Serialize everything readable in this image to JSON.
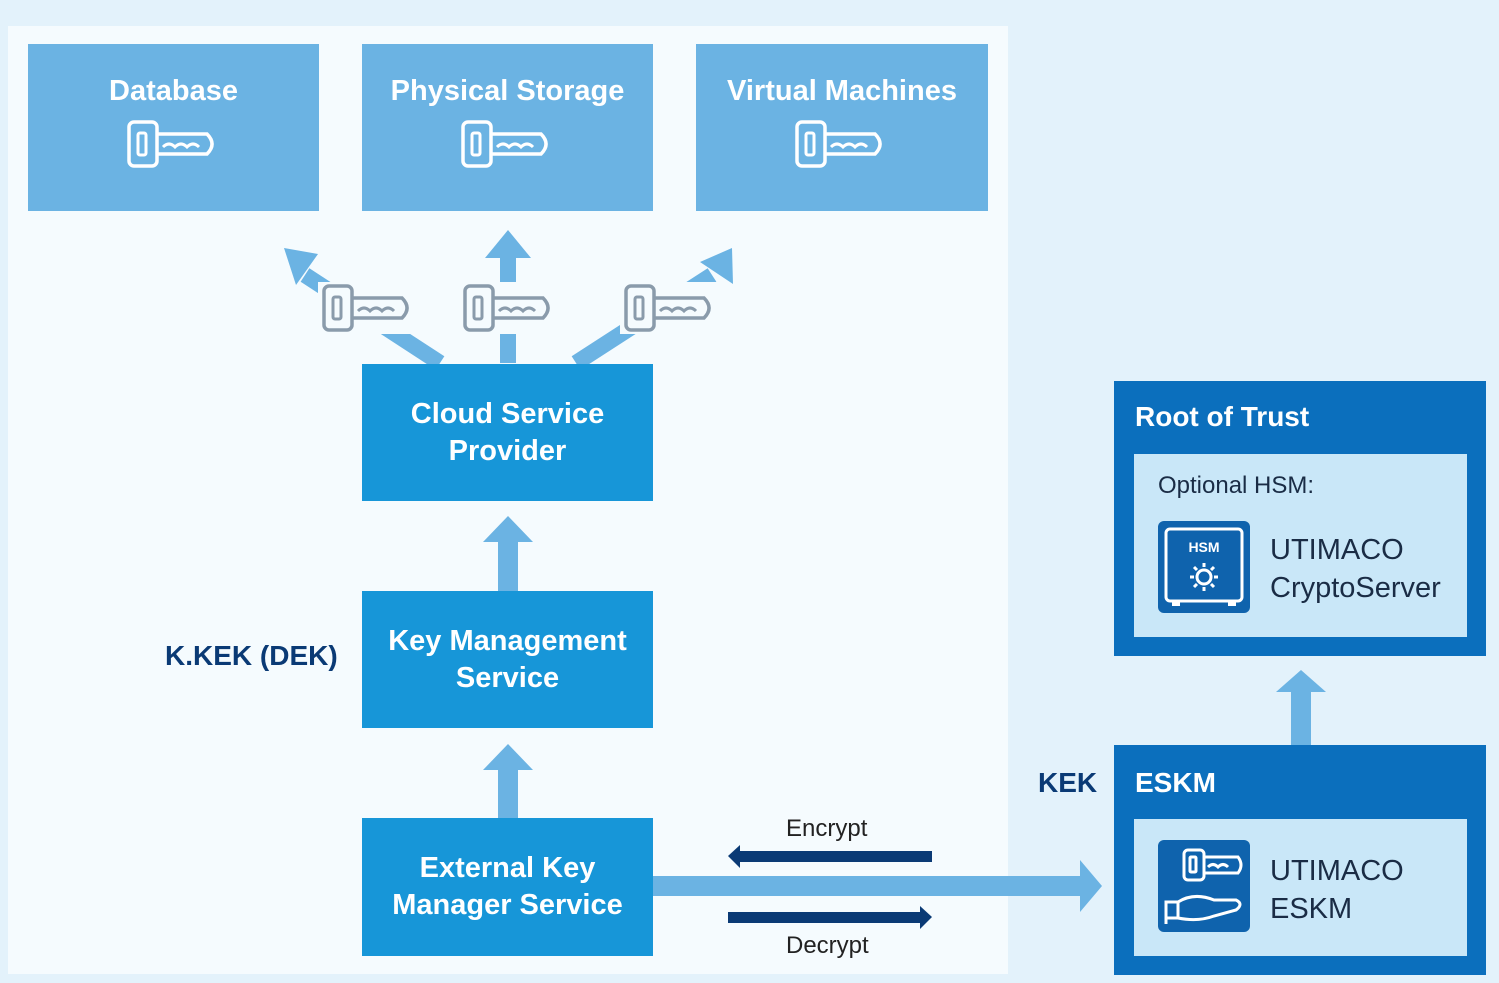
{
  "targets": {
    "database": "Database",
    "physical_storage": "Physical Storage",
    "virtual_machines": "Virtual Machines"
  },
  "services": {
    "cloud_provider": [
      "Cloud Service",
      "Provider"
    ],
    "kms": [
      "Key Management",
      "Service"
    ],
    "ekms": [
      "External Key",
      "Manager Service"
    ]
  },
  "labels": {
    "kkek": "K.KEK (DEK)",
    "kek": "KEK",
    "encrypt": "Encrypt",
    "decrypt": "Decrypt"
  },
  "root_of_trust": {
    "title": "Root of Trust",
    "optional": "Optional HSM:",
    "hsm_badge": "HSM",
    "product": [
      "UTIMACO",
      "CryptoServer"
    ]
  },
  "eskm": {
    "title": "ESKM",
    "product": [
      "UTIMACO",
      "ESKM"
    ]
  },
  "icons": [
    "key-icon",
    "hsm-safe-icon",
    "key-in-hand-icon"
  ],
  "colors": {
    "target_box": "#6bb3e3",
    "service_box": "#1796d8",
    "trust_box": "#0b6fbd",
    "inner_box": "#c9e7f8",
    "label_dark": "#0a3a75",
    "arrow_light": "#6bb3e3",
    "arrow_dark": "#0a3a75"
  }
}
